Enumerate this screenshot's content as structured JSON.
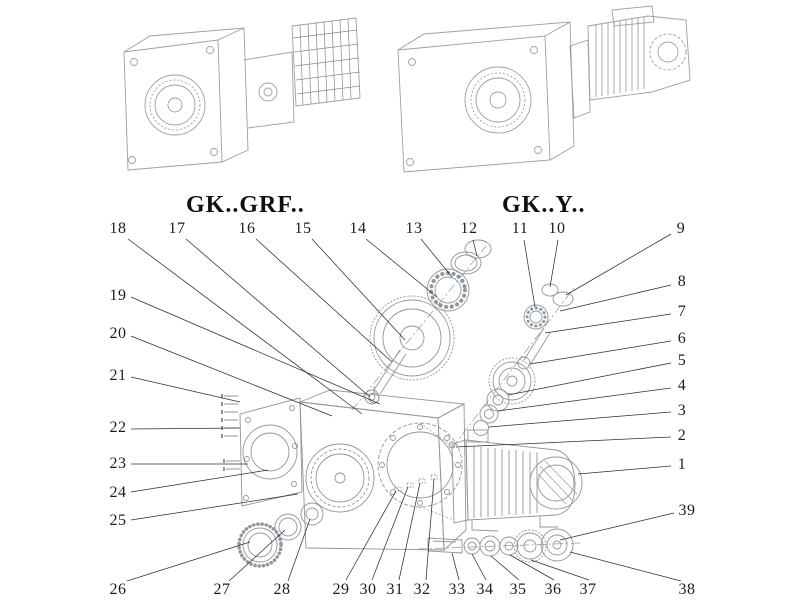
{
  "titles": {
    "left": "GK..GRF..",
    "right": "GK..Y.."
  },
  "callouts": [
    "18",
    "17",
    "16",
    "15",
    "14",
    "13",
    "12",
    "11",
    "10",
    "9",
    "8",
    "7",
    "6",
    "5",
    "4",
    "3",
    "2",
    "1",
    "39",
    "19",
    "20",
    "21",
    "22",
    "23",
    "24",
    "25",
    "26",
    "27",
    "28",
    "29",
    "30",
    "31",
    "32",
    "33",
    "34",
    "35",
    "36",
    "37",
    "38"
  ],
  "colors": {
    "background": "#ffffff",
    "line_art": "#8f969e",
    "leader_line": "#2e2e2e",
    "text": "#1c1c1c"
  }
}
